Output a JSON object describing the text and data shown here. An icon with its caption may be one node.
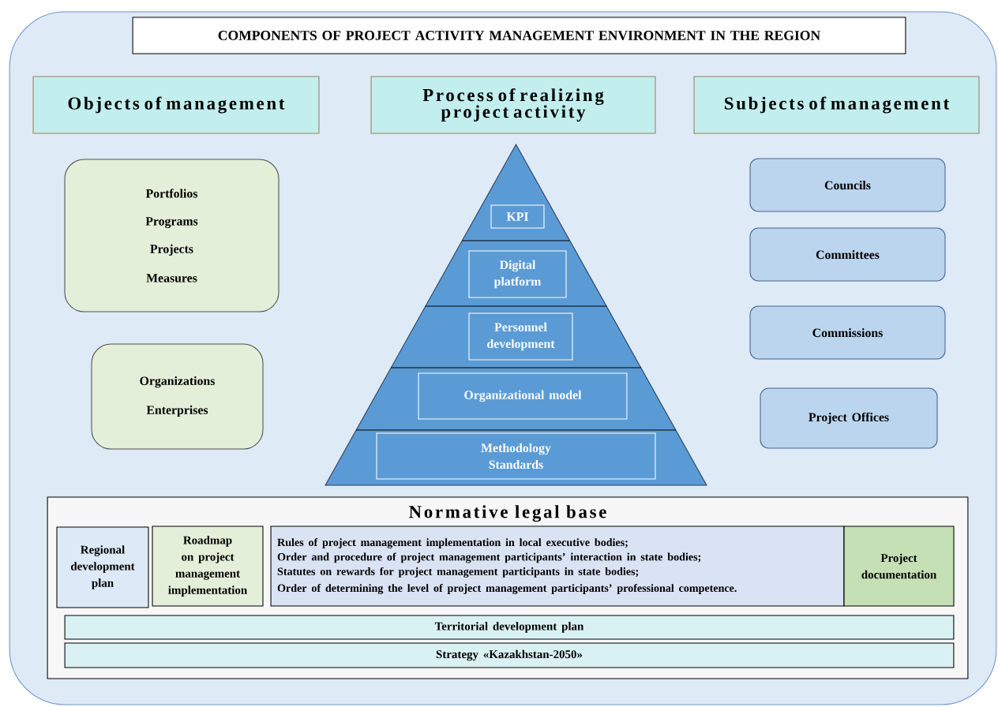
{
  "diagram": {
    "nodes": [
      {
        "text": [],
        "shape": "box"
      },
      {
        "text": [
          "COMPONENTS OF PROJECT ACTIVITY MANAGEMENT ENVIRONMENT IN THE REGION"
        ],
        "in": 0
      },
      {
        "text": [
          "Objects of management"
        ],
        "in": 0
      },
      {
        "text": [
          "Process of realizing project activity"
        ],
        "in": 0
      },
      {
        "text": [
          "Subjects of management"
        ],
        "in": 0
      },
      {
        "text": [
          "Portfolios",
          "Programs",
          "Projects",
          "Measures"
        ],
        "in": 0
      },
      {
        "text": [
          "Organizations",
          "Enterprises"
        ],
        "in": 0
      },
      {
        "text": [],
        "shape": "triangle",
        "in": 0
      },
      {
        "text": [
          "KPI"
        ],
        "in": 7
      },
      {
        "text": [
          "Digital platform"
        ],
        "in": 7
      },
      {
        "text": [
          "Personnel development"
        ],
        "in": 7
      },
      {
        "text": [
          "Organizational model"
        ],
        "in": 7
      },
      {
        "text": [
          "Methodology",
          "Standards"
        ],
        "in": 7
      },
      {
        "text": [
          "Councils"
        ],
        "in": 0
      },
      {
        "text": [
          "Committees"
        ],
        "in": 0
      },
      {
        "text": [
          "Commissions"
        ],
        "in": 0
      },
      {
        "text": [
          "Project Offices"
        ],
        "in": 0
      },
      {
        "text": [
          "Normative legal base"
        ],
        "in": 0
      },
      {
        "text": [
          "Regional development plan"
        ],
        "in": 17
      },
      {
        "text": [
          "Roadmap on project management implementation"
        ],
        "in": 17
      },
      {
        "text": [
          "Rules of project management implementation in local executive bodies;",
          "Order and procedure of project management participants’ interaction in state bodies;",
          "Statutes on rewards for project management participants in state bodies;",
          "Order of determining the level of project management participants’ professional competence."
        ],
        "in": 17
      },
      {
        "text": [
          "Project documentation"
        ],
        "in": 17
      },
      {
        "text": [
          "Territorial development plan"
        ],
        "in": 17
      },
      {
        "text": [
          "Strategy «Kazakhstan-2050»"
        ],
        "in": 17
      }
    ]
  }
}
